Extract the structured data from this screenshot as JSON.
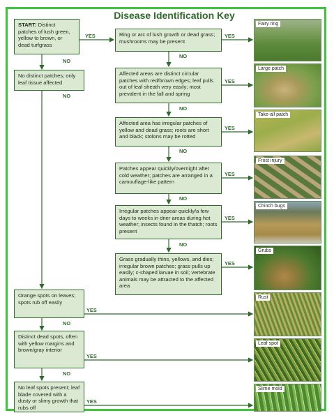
{
  "title": "Disease Identification Key",
  "start_prefix": "START:",
  "start_text": "Distinct patches of lush green, yellow to brown, or dead turfgrass",
  "no_patches_text": "No distinct patches; only leaf tissue affected",
  "middle_boxes": [
    "Ring or arc of lush growth or dead grass; mushrooms may be present",
    "Affected areas are distinct circular patches with red/brown edges; leaf pulls out of leaf sheath very easily; most prevalent in the fall and spring",
    "Affected area has irregular patches of yellow and dead grass; roots are short and black; stolons may be rotted",
    "Patches appear quickly/overnight after cold weather; patches are arranged in a camouflage-like pattern",
    "Irregular patches appear quickly/a few days to weeks in drier areas during hot weather; insects found in the thatch; roots present",
    "Grass gradually thins, yellows, and dies; irregular brown patches; grass pulls up easily; c-shaped larvae in soil; vertebrate animals may be attracted to the affected area"
  ],
  "left_boxes": [
    "Orange spots on leaves; spots rub off easily",
    "Distinct dead spots, often with yellow margins and brown/gray interior",
    "No leaf spots present; leaf blade covered with a dusty or slimy growth that rubs off"
  ],
  "photo_labels": [
    "Fairy ring",
    "Large patch",
    "Take-all patch",
    "Frost injury",
    "Chinch bugs",
    "Grubs",
    "Rust",
    "Leaf spot",
    "Slime mold"
  ],
  "yes_label": "YES",
  "no_label": "NO",
  "colors": {
    "frame": "#3ec63a",
    "box_fill": "#dce9d2",
    "accent": "#2f6b2a"
  }
}
